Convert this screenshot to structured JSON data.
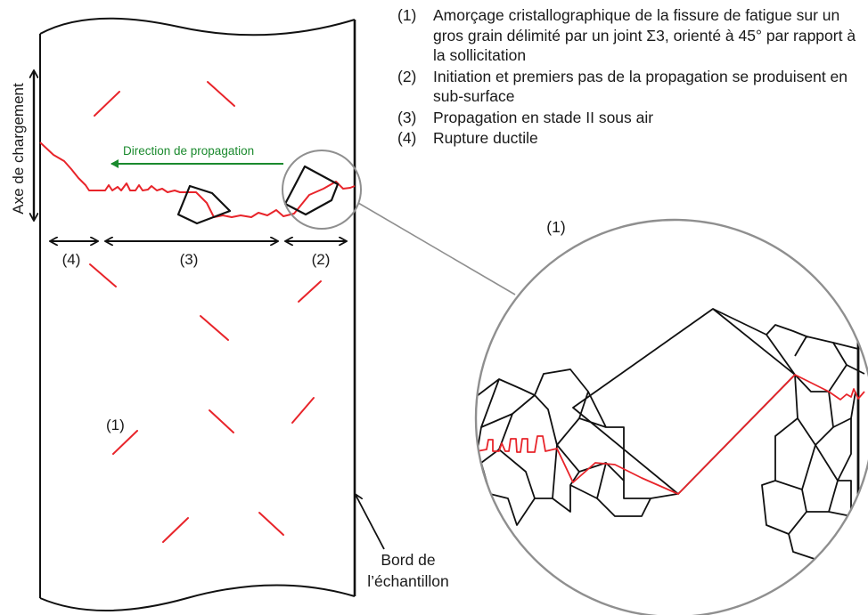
{
  "legend": [
    {
      "num": "(1)",
      "text": "Amorçage cristallographique de la fissure de fatigue sur un gros grain délimité par un joint Σ3, orienté à 45° par rapport à la sollicitation"
    },
    {
      "num": "(2)",
      "text": "Initiation et premiers pas de la propagation se produisent en sub-surface"
    },
    {
      "num": "(3)",
      "text": "Propagation en stade II sous air"
    },
    {
      "num": "(4)",
      "text": "Rupture ductile"
    }
  ],
  "labels": {
    "loading_axis": "Axe de chargement",
    "propagation_direction": "Direction de propagation",
    "zone_4": "(4)",
    "zone_3": "(3)",
    "zone_2": "(2)",
    "site_1": "(1)",
    "zoom_title": "(1)",
    "edge_line1": "Bord de",
    "edge_line2": "l’échantillon"
  },
  "colors": {
    "crack": "#e8242a",
    "direction": "#1b8a2e",
    "outline": "#111111",
    "zoom_circle": "#8f8f8f"
  }
}
